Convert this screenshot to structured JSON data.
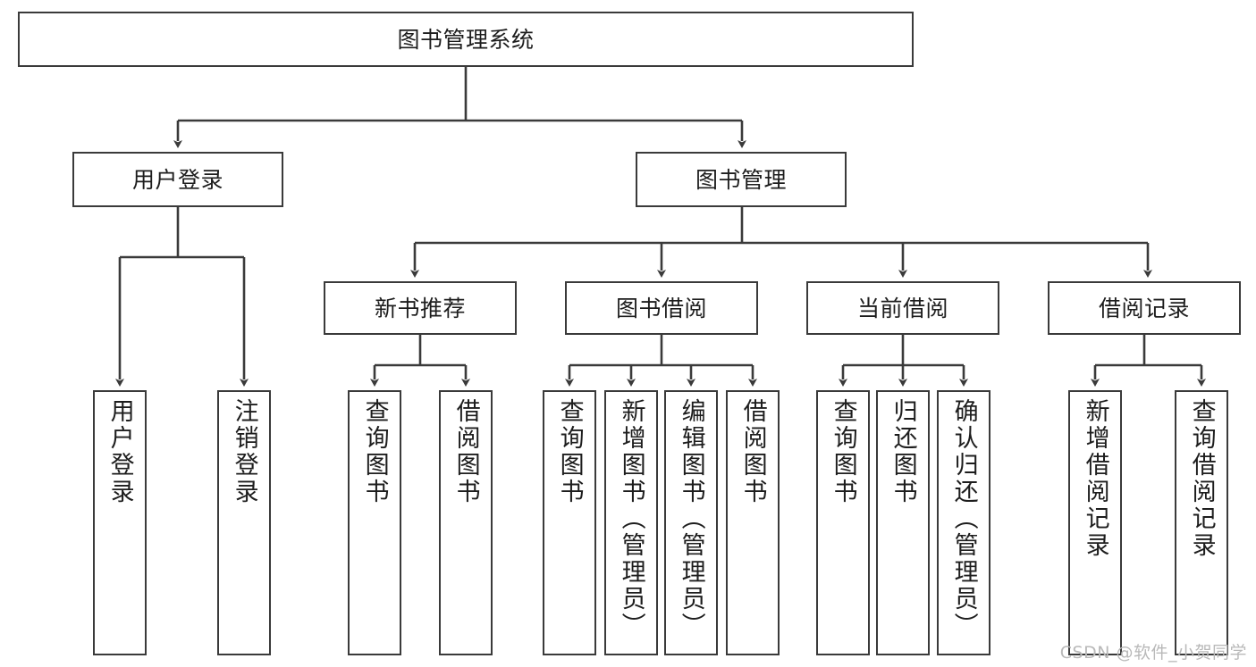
{
  "diagram": {
    "type": "tree-hierarchy",
    "title": "图书管理系统",
    "root": {
      "label": "图书管理系统"
    },
    "level2": [
      {
        "id": "user-login",
        "label": "用户登录"
      },
      {
        "id": "book-management",
        "label": "图书管理"
      }
    ],
    "level3": [
      {
        "id": "new-book-recommend",
        "label": "新书推荐",
        "parent": "book-management"
      },
      {
        "id": "book-borrow",
        "label": "图书借阅",
        "parent": "book-management"
      },
      {
        "id": "current-borrow",
        "label": "当前借阅",
        "parent": "book-management"
      },
      {
        "id": "borrow-record",
        "label": "借阅记录",
        "parent": "book-management"
      }
    ],
    "leaves": [
      {
        "id": "leaf-user-login",
        "label": "用户登录",
        "parent": "user-login"
      },
      {
        "id": "leaf-logout-login",
        "label": "注销登录",
        "parent": "user-login"
      },
      {
        "id": "leaf-query-book-1",
        "label": "查询图书",
        "parent": "new-book-recommend"
      },
      {
        "id": "leaf-borrow-book-1",
        "label": "借阅图书",
        "parent": "new-book-recommend"
      },
      {
        "id": "leaf-query-book-2",
        "label": "查询图书",
        "parent": "book-borrow"
      },
      {
        "id": "leaf-add-book",
        "label": "新增图书（管理员）",
        "parent": "book-borrow"
      },
      {
        "id": "leaf-edit-book",
        "label": "编辑图书（管理员）",
        "parent": "book-borrow"
      },
      {
        "id": "leaf-borrow-book-2",
        "label": "借阅图书",
        "parent": "book-borrow"
      },
      {
        "id": "leaf-query-book-3",
        "label": "查询图书",
        "parent": "current-borrow"
      },
      {
        "id": "leaf-return-book",
        "label": "归还图书",
        "parent": "current-borrow"
      },
      {
        "id": "leaf-confirm-return",
        "label": "确认归还（管理员）",
        "parent": "current-borrow"
      },
      {
        "id": "leaf-add-record",
        "label": "新增借阅记录",
        "parent": "borrow-record"
      },
      {
        "id": "leaf-query-record",
        "label": "查询借阅记录",
        "parent": "borrow-record"
      }
    ],
    "colors": {
      "box_border": "#3a3a3a",
      "box_fill": "#ffffff",
      "connector": "#3a3a3a",
      "text": "#1d1d1d",
      "watermark": "#b9b9b9",
      "background": "#ffffff"
    }
  },
  "watermark": {
    "text": "CSDN @软件_小贺同学"
  }
}
